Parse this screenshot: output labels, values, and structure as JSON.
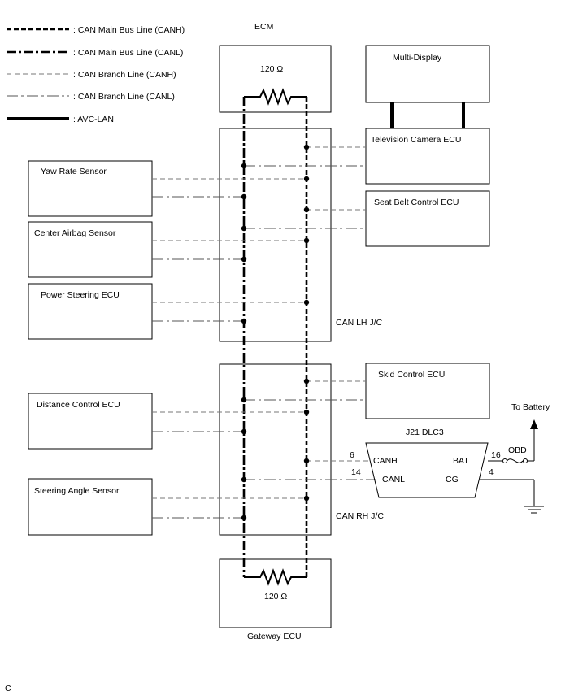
{
  "legend": {
    "can_main_h": ": CAN Main Bus Line (CANH)",
    "can_main_l": ": CAN Main Bus Line (CANL)",
    "can_branch_h": ": CAN Branch Line (CANH)",
    "can_branch_l": ": CAN Branch Line (CANL)",
    "avc_lan": ": AVC-LAN"
  },
  "labels": {
    "ecm": "ECM",
    "ecm_resistor": "120 Ω",
    "gateway_resistor": "120 Ω",
    "gateway": "Gateway ECU",
    "can_lh_jc": "CAN LH J/C",
    "can_rh_jc": "CAN RH J/C",
    "j21_dlc3": "J21 DLC3",
    "to_battery": "To Battery",
    "obd_fuse": "OBD",
    "footer": "C"
  },
  "dlc3": {
    "canh": "CANH",
    "canl": "CANL",
    "bat": "BAT",
    "cg": "CG",
    "pin_canh": "6",
    "pin_canl": "14",
    "pin_bat": "16",
    "pin_cg": "4"
  },
  "ecus": {
    "yaw_rate": "Yaw Rate Sensor",
    "center_airbag": "Center Airbag Sensor",
    "power_steering": "Power Steering ECU",
    "distance_control": "Distance Control ECU",
    "steering_angle": "Steering Angle Sensor",
    "multi_display": "Multi-Display",
    "tv_camera": "Television Camera ECU",
    "seat_belt": "Seat Belt Control ECU",
    "skid_control": "Skid Control ECU"
  }
}
